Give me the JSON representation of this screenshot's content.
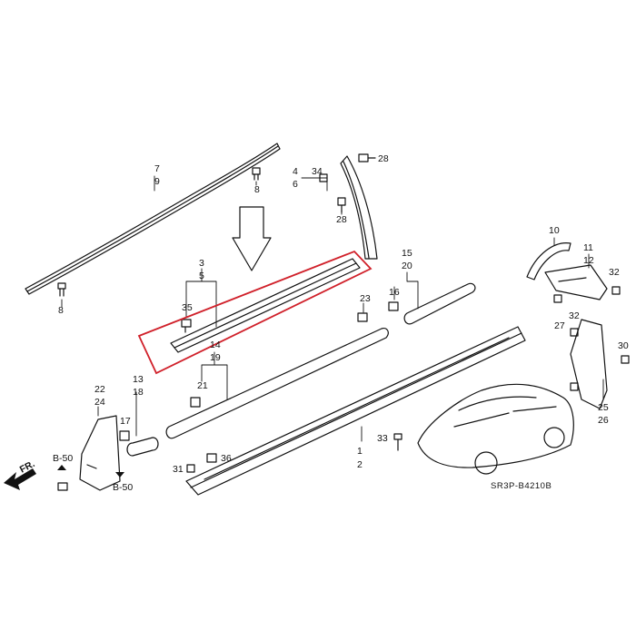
{
  "labels": {
    "p1": "1",
    "p2": "2",
    "p3": "3",
    "p4": "4",
    "p5": "5",
    "p6": "6",
    "p7": "7",
    "p8a": "8",
    "p8b": "8",
    "p9": "9",
    "p10": "10",
    "p11": "11",
    "p12": "12",
    "p13": "13",
    "p14": "14",
    "p15": "15",
    "p16": "16",
    "p17": "17",
    "p18": "18",
    "p19": "19",
    "p20": "20",
    "p21": "21",
    "p22": "22",
    "p23": "23",
    "p24": "24",
    "p25": "25",
    "p26": "26",
    "p27": "27",
    "p28a": "28",
    "p28b": "28",
    "p30": "30",
    "p31": "31",
    "p32a": "32",
    "p32b": "32",
    "p33": "33",
    "p34": "34",
    "p35": "35",
    "p36": "36"
  },
  "refs": {
    "b50a": "B-50",
    "b50b": "B-50"
  },
  "front": "FR.",
  "diagram_code": "SR3P-B4210B",
  "colors": {
    "highlight": "#d0202a",
    "line": "#111111"
  }
}
